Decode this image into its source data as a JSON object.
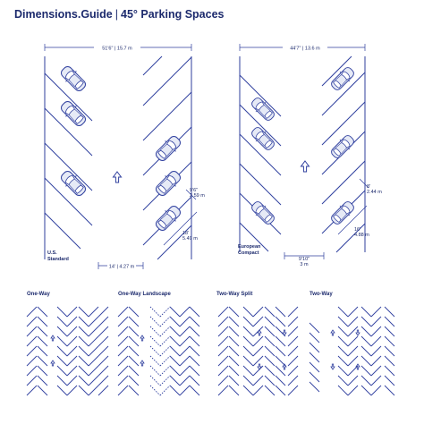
{
  "header": {
    "brand": "Dimensions.Guide",
    "separator": "|",
    "title": "45° Parking Spaces"
  },
  "colors": {
    "ink": "#1c2a6d",
    "line": "#2f3f9e",
    "car_fill": "#e6eaf6",
    "background": "#ffffff"
  },
  "us_standard": {
    "label_line1": "U.S.",
    "label_line2": "Standard",
    "overall_width": "51'6\" | 15.7 m",
    "stall_width": "9'6\"",
    "stall_width_m": "2.59 m",
    "stall_depth": "18'",
    "stall_depth_m": "5.49 m",
    "curb_length": "14' | 4.27 m"
  },
  "european_compact": {
    "label_line1": "European",
    "label_line2": "Compact",
    "overall_width": "44'7\" | 13.6 m",
    "stall_width": "8'",
    "stall_width_m": "2.44 m",
    "stall_depth": "16'",
    "stall_depth_m": "4.88 m",
    "curb_length": "9'10\"",
    "curb_length_m": "3 m"
  },
  "layouts": [
    {
      "label": "One-Way"
    },
    {
      "label": "One-Way Landscape"
    },
    {
      "label": "Two-Way Split"
    },
    {
      "label": "Two-Way"
    }
  ]
}
